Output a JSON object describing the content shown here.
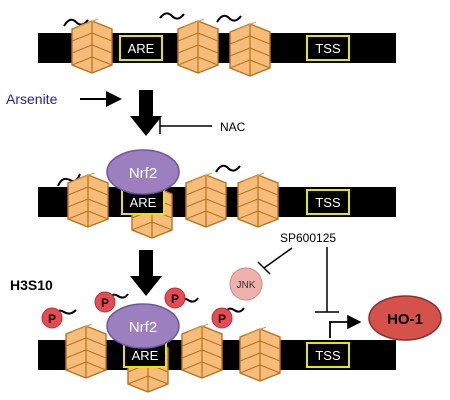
{
  "rows": [
    {
      "box_labels": [
        "ARE",
        "TSS"
      ]
    },
    {
      "box_labels": [
        "ARE",
        "TSS"
      ],
      "factor": "Nrf2"
    },
    {
      "box_labels": [
        "ARE",
        "TSS"
      ],
      "factor": "Nrf2",
      "mark_label": "H3S10",
      "phospho_label": "P"
    }
  ],
  "inputs": {
    "arsenite": "Arsenite",
    "inhibitor": "NAC"
  },
  "pathway": {
    "drug": "SP600125",
    "kinase": "JNK",
    "product": "HO-1"
  },
  "colors": {
    "chromatin_bar": "#000000",
    "nucleosome": "#f6bd7a",
    "nucleosome_edge": "#b8731e",
    "box_border": "#e9e400",
    "nrf2_fill": "#9b7fbf",
    "arsenite_text": "#1f1fa0",
    "phospho": "#e84a52",
    "jnk_fill": "#efb1ab",
    "ho1_fill": "#d5524b"
  }
}
